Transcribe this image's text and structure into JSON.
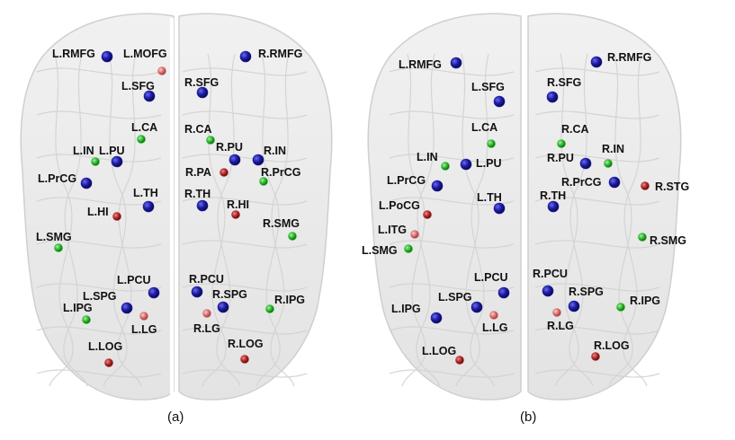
{
  "colors": {
    "blue": "#1c1ca0",
    "green": "#2db82d",
    "red": "#b02a2a",
    "pink": "#d97070",
    "brain": "#e9e9e9",
    "gyri": "#d2d2d2"
  },
  "panels": [
    {
      "caption": "(a)",
      "nodes": [
        {
          "label": "L.RMFG",
          "color": "blue"
        },
        {
          "label": "L.MOFG",
          "color": "pink"
        },
        {
          "label": "R.RMFG",
          "color": "blue"
        },
        {
          "label": "L.SFG",
          "color": "blue"
        },
        {
          "label": "R.SFG",
          "color": "blue"
        },
        {
          "label": "L.CA",
          "color": "green"
        },
        {
          "label": "R.CA",
          "color": "green"
        },
        {
          "label": "L.IN",
          "color": "green"
        },
        {
          "label": "L.PU",
          "color": "blue"
        },
        {
          "label": "R.PU",
          "color": "blue"
        },
        {
          "label": "R.IN",
          "color": "blue"
        },
        {
          "label": "L.PrCG",
          "color": "blue"
        },
        {
          "label": "R.PA",
          "color": "red"
        },
        {
          "label": "R.PrCG",
          "color": "green"
        },
        {
          "label": "L.TH",
          "color": "blue"
        },
        {
          "label": "R.TH",
          "color": "blue"
        },
        {
          "label": "R.HI",
          "color": "red"
        },
        {
          "label": "L.HI",
          "color": "red"
        },
        {
          "label": "L.SMG",
          "color": "green"
        },
        {
          "label": "R.SMG",
          "color": "green"
        },
        {
          "label": "L.PCU",
          "color": "blue"
        },
        {
          "label": "R.PCU",
          "color": "blue"
        },
        {
          "label": "L.SPG",
          "color": "blue"
        },
        {
          "label": "R.SPG",
          "color": "blue"
        },
        {
          "label": "L.IPG",
          "color": "green"
        },
        {
          "label": "R.IPG",
          "color": "green"
        },
        {
          "label": "L.LG",
          "color": "pink"
        },
        {
          "label": "R.LG",
          "color": "pink"
        },
        {
          "label": "L.LOG",
          "color": "red"
        },
        {
          "label": "R.LOG",
          "color": "red"
        }
      ]
    },
    {
      "caption": "(b)",
      "nodes": [
        {
          "label": "L.RMFG",
          "color": "blue"
        },
        {
          "label": "R.RMFG",
          "color": "blue"
        },
        {
          "label": "L.SFG",
          "color": "blue"
        },
        {
          "label": "R.SFG",
          "color": "blue"
        },
        {
          "label": "L.CA",
          "color": "green"
        },
        {
          "label": "R.CA",
          "color": "green"
        },
        {
          "label": "L.IN",
          "color": "green"
        },
        {
          "label": "L.PU",
          "color": "blue"
        },
        {
          "label": "R.IN",
          "color": "green"
        },
        {
          "label": "R.PU",
          "color": "blue"
        },
        {
          "label": "L.PrCG",
          "color": "blue"
        },
        {
          "label": "R.PrCG",
          "color": "blue"
        },
        {
          "label": "R.STG",
          "color": "red"
        },
        {
          "label": "L.TH",
          "color": "blue"
        },
        {
          "label": "R.TH",
          "color": "blue"
        },
        {
          "label": "L.PoCG",
          "color": "red"
        },
        {
          "label": "L.ITG",
          "color": "pink"
        },
        {
          "label": "L.SMG",
          "color": "green"
        },
        {
          "label": "R.SMG",
          "color": "green"
        },
        {
          "label": "L.PCU",
          "color": "blue"
        },
        {
          "label": "R.PCU",
          "color": "blue"
        },
        {
          "label": "L.SPG",
          "color": "blue"
        },
        {
          "label": "R.SPG",
          "color": "blue"
        },
        {
          "label": "L.IPG",
          "color": "blue"
        },
        {
          "label": "R.IPG",
          "color": "green"
        },
        {
          "label": "L.LG",
          "color": "pink"
        },
        {
          "label": "R.LG",
          "color": "pink"
        },
        {
          "label": "L.LOG",
          "color": "red"
        },
        {
          "label": "R.LOG",
          "color": "red"
        }
      ]
    }
  ]
}
